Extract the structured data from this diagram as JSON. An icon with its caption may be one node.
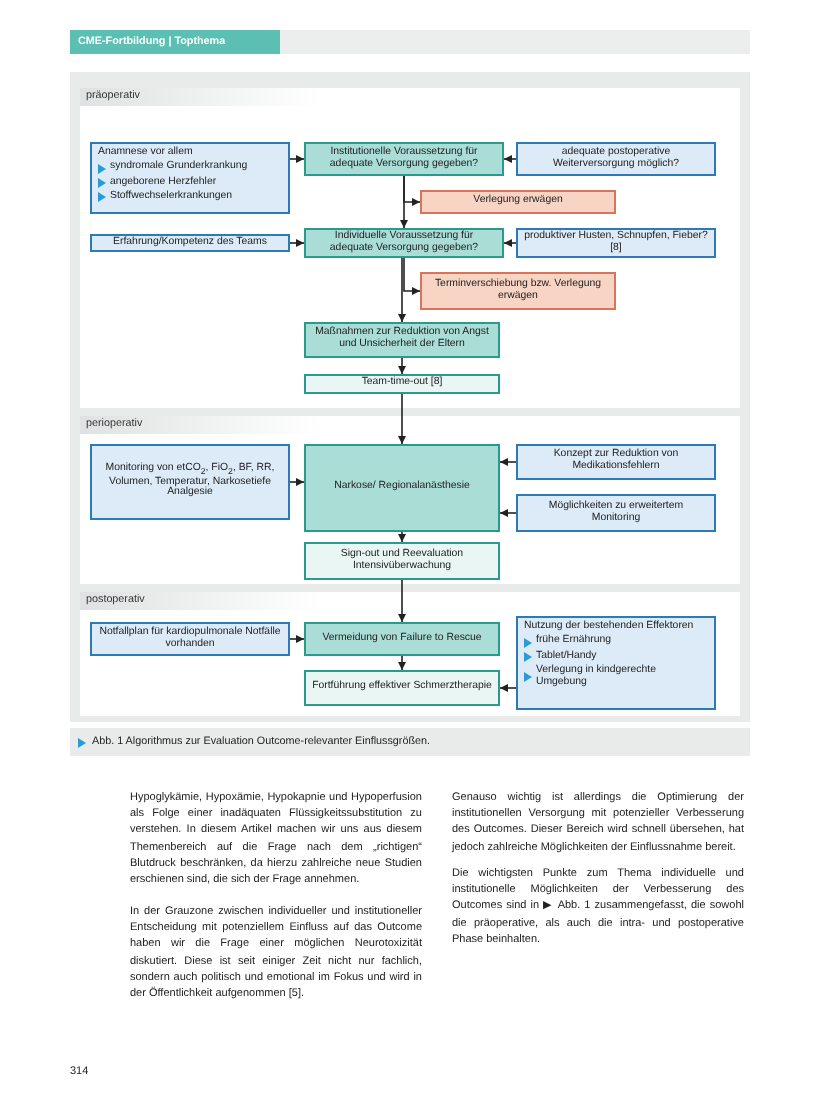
{
  "diagram": {
    "caption": "Abb. 1 Algorithmus zur Evaluation Outcome-relevanter Einflussgrößen.",
    "nodes": [
      {
        "text": [
          "präoperativ"
        ]
      },
      {
        "text": [
          "Anamnese vor allem",
          "syndromale Grunderkrankung",
          "angeborene Herzfehler",
          "Stoffwechselerkrankungen"
        ],
        "in": 0
      },
      {
        "text": [
          "Institutionelle Voraussetzung für adequate Versorgung gegeben?"
        ],
        "in": 0
      },
      {
        "text": [
          "adequate postoperative Weiterversorgung möglich?"
        ],
        "in": 0
      },
      {
        "text": [
          "Verlegung erwägen"
        ],
        "in": 0
      },
      {
        "text": [
          "Erfahrung/Kompetenz des Teams"
        ],
        "in": 0
      },
      {
        "text": [
          "Individuelle Voraussetzung für adequate Versorgung gegeben?"
        ],
        "in": 0
      },
      {
        "text": [
          "produktiver Husten, Schnupfen, Fieber? [8]"
        ],
        "in": 0
      },
      {
        "text": [
          "Terminverschiebung bzw. Verlegung erwägen"
        ],
        "in": 0
      },
      {
        "text": [
          "Maßnahmen zur Reduktion von Angst und Unsicherheit der Eltern"
        ],
        "in": 0
      },
      {
        "text": [
          "Team-time-out [8]"
        ],
        "in": 0
      },
      {
        "text": [
          "perioperativ"
        ]
      },
      {
        "text": [
          "Monitoring von etCO$_{2}$, FiO$_{2}$, BF, RR, Volumen, Temperatur, Narkosetiefe Analgesie"
        ],
        "in": 11
      },
      {
        "text": [
          "Narkose/ Regionalanästhesie"
        ],
        "in": 11
      },
      {
        "text": [
          "Konzept zur Reduktion von Medikationsfehlern"
        ],
        "in": 11
      },
      {
        "text": [
          "Möglichkeiten zu erweitertem Monitoring"
        ],
        "in": 11
      },
      {
        "text": [
          "Sign-out und Reevaluation Intensivüberwachung"
        ],
        "in": 11
      },
      {
        "text": [
          "postoperativ"
        ]
      },
      {
        "text": [
          "Notfallplan für kardiopulmonale Notfälle vorhanden"
        ],
        "in": 17
      },
      {
        "text": [
          "Vermeidung von Failure to Rescue"
        ],
        "in": 17
      },
      {
        "text": [
          "Fortführung effektiver Schmerztherapie"
        ],
        "in": 17
      },
      {
        "text": [
          "Nutzung der bestehenden Effektoren",
          "frühe Ernährung",
          "Tablet/Handy",
          "Verlegung in kindgerechte Umgebung"
        ],
        "in": 17
      }
    ],
    "edges": [
      {
        "from": 1,
        "to": 2,
        "arrow": "to"
      },
      {
        "from": 3,
        "to": 2,
        "arrow": "to"
      },
      {
        "from": 2,
        "to": 4,
        "arrow": "to"
      },
      {
        "from": 2,
        "to": 6,
        "arrow": "to"
      },
      {
        "from": 5,
        "to": 6,
        "arrow": "to"
      },
      {
        "from": 7,
        "to": 6,
        "arrow": "to"
      },
      {
        "from": 6,
        "to": 8,
        "arrow": "to"
      },
      {
        "from": 6,
        "to": 9,
        "arrow": "to"
      },
      {
        "from": 9,
        "to": 10,
        "arrow": "to"
      },
      {
        "from": 10,
        "to": 13,
        "arrow": "to"
      },
      {
        "from": 12,
        "to": 13,
        "arrow": "to"
      },
      {
        "from": 14,
        "to": 13,
        "arrow": "to"
      },
      {
        "from": 15,
        "to": 13,
        "arrow": "to"
      },
      {
        "from": 13,
        "to": 16,
        "arrow": "to"
      },
      {
        "from": 16,
        "to": 19,
        "arrow": "to"
      },
      {
        "from": 18,
        "to": 19,
        "arrow": "to"
      },
      {
        "from": 19,
        "to": 20,
        "arrow": "to"
      },
      {
        "from": 21,
        "to": 20,
        "arrow": "to"
      }
    ],
    "labels": [
      "CME-Fortbildung | Topthema",
      "Hypoglykämie, Hypoxämie, Hypokapnie und Hypoperfusion als Folge einer inadäquaten Flüssigkeitssubstitution zu verstehen. In diesem Artikel machen wir uns aus diesem Themenbereich auf die Frage nach dem „richtigen“ Blutdruck beschränken, da hierzu zahlreiche neue Studien erschienen sind, die sich der Frage annehmen.",
      "In der Grauzone zwischen individueller und institutioneller Entscheidung mit potenziellem Einfluss auf das Outcome haben wir die Frage einer möglichen Neurotoxizität diskutiert. Diese ist seit einiger Zeit nicht nur fachlich, sondern auch politisch und emotional im Fokus und wird in der Öffentlichkeit aufgenommen [5].",
      "Genauso wichtig ist allerdings die Optimierung der institutionellen Versorgung mit potenzieller Verbesserung des Outcomes. Dieser Bereich wird schnell übersehen, hat jedoch zahlreiche Möglichkeiten der Einflussnahme bereit.",
      "Die wichtigsten Punkte zum Thema individuelle und institutionelle Möglichkeiten der Verbesserung des Outcomes sind in ▶ Abb. 1 zusammengefasst, die sowohl die präoperative, als auch die intra- und postoperative Phase beinhalten.",
      "314"
    ]
  }
}
